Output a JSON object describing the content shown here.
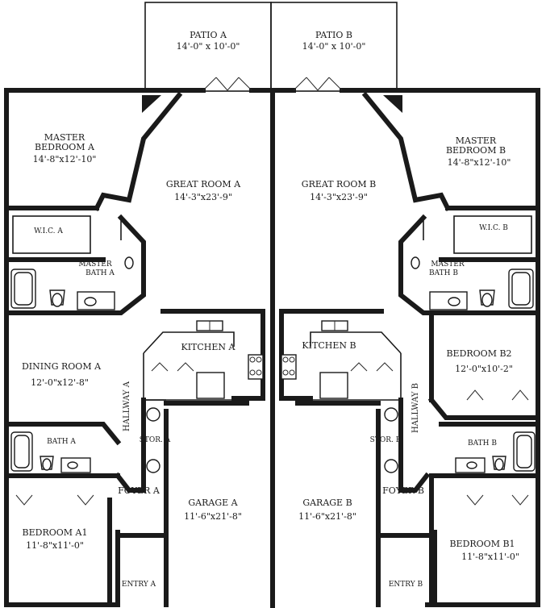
{
  "rooms": {
    "patio_a": {
      "name": "PATIO A",
      "dims": "14'-0\" x 10'-0\""
    },
    "patio_b": {
      "name": "PATIO B",
      "dims": "14'-0\" x 10'-0\""
    },
    "master_bedroom_a": {
      "name_line1": "MASTER",
      "name_line2": "BEDROOM A",
      "dims": "14'-8\"x12'-10\""
    },
    "master_bedroom_b": {
      "name_line1": "MASTER",
      "name_line2": "BEDROOM B",
      "dims": "14'-8\"x12'-10\""
    },
    "great_room_a": {
      "name": "GREAT ROOM A",
      "dims": "14'-3\"x23'-9\""
    },
    "great_room_b": {
      "name": "GREAT ROOM B",
      "dims": "14'-3\"x23'-9\""
    },
    "wic_a": {
      "name": "W.I.C. A"
    },
    "wic_b": {
      "name": "W.I.C. B"
    },
    "master_bath_a": {
      "name_line1": "MASTER",
      "name_line2": "BATH A"
    },
    "master_bath_b": {
      "name_line1": "MASTER",
      "name_line2": "BATH B"
    },
    "kitchen_a": {
      "name": "KITCHEN A"
    },
    "kitchen_b": {
      "name": "KITCHEN B"
    },
    "dining_room_a": {
      "name": "DINING ROOM A",
      "dims": "12'-0\"x12'-8\""
    },
    "bedroom_b2": {
      "name": "BEDROOM B2",
      "dims": "12'-0\"x10'-2\""
    },
    "hallway_a": {
      "name": "HALLWAY A"
    },
    "hallway_b": {
      "name": "HALLWAY B"
    },
    "bath_a": {
      "name": "BATH A"
    },
    "bath_b": {
      "name": "BATH B"
    },
    "stor_a": {
      "name": "STOR. A"
    },
    "stor_b": {
      "name": "STOR. B"
    },
    "foyer_a": {
      "name": "FOYER A"
    },
    "foyer_b": {
      "name": "FOYER B"
    },
    "garage_a": {
      "name": "GARAGE A",
      "dims": "11'-6\"x21'-8\""
    },
    "garage_b": {
      "name": "GARAGE B",
      "dims": "11'-6\"x21'-8\""
    },
    "bedroom_a1": {
      "name": "BEDROOM A1",
      "dims": "11'-8\"x11'-0\""
    },
    "bedroom_b1": {
      "name": "BEDROOM B1",
      "dims": "11'-8\"x11'-0\""
    },
    "entry_a": {
      "name": "ENTRY A"
    },
    "entry_b": {
      "name": "ENTRY B"
    }
  }
}
